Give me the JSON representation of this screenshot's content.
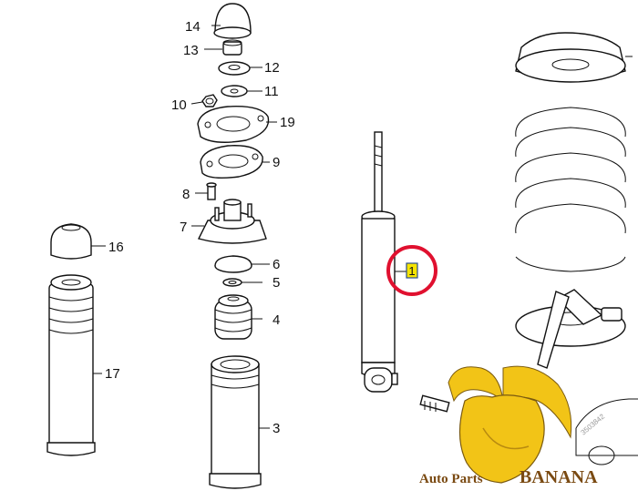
{
  "diagram": {
    "callouts": [
      "14",
      "13",
      "12",
      "11",
      "10",
      "19",
      "9",
      "8",
      "7",
      "6",
      "5",
      "4",
      "3",
      "16",
      "17",
      "1"
    ],
    "highlighted_part": "1",
    "highlight_color": "#e0102f",
    "highlight_fill": "#f5e400",
    "drawing_number": "3503842"
  },
  "watermark": {
    "brand_prefix": "Auto Parts",
    "brand_name": "BANANA",
    "banana_color": "#f2c417",
    "text_color": "#7a4a12"
  }
}
